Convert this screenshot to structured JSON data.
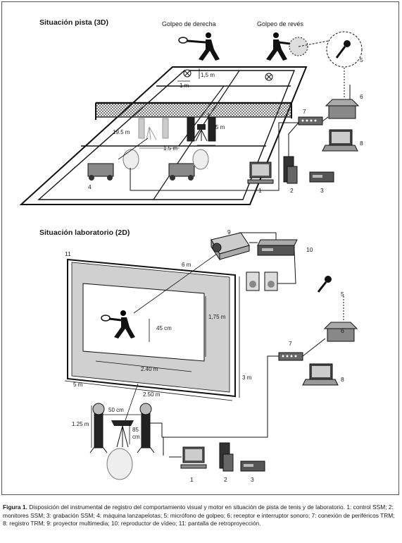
{
  "section1": {
    "title": "Situación pista (3D)"
  },
  "section2": {
    "title": "Situación laboratorio (2D)"
  },
  "players": {
    "forehand_label": "Golpeo de derecha",
    "backhand_label": "Golpeo de revés"
  },
  "court_measures": {
    "m1": "1,5 m",
    "m2": "1 m",
    "m3": "19.5 m",
    "m4": "5 m",
    "m5": "1.5 m"
  },
  "lab_measures": {
    "m6": "6 m",
    "m175": "1,75 m",
    "m45": "45 cm",
    "m240": "2.40 m",
    "m5": "5 m",
    "m250": "2.50 m",
    "m3": "3 m",
    "m50": "50 cm",
    "m125": "1.25 m",
    "m85a": "85",
    "m85b": "cm"
  },
  "numbers": {
    "n1": "1",
    "n2": "2",
    "n3": "3",
    "n4": "4",
    "n5": "5",
    "n6": "6",
    "n7": "7",
    "n8": "8",
    "n9": "9",
    "n10": "10",
    "n11": "11",
    "l1": "1",
    "l2": "2",
    "l3": "3",
    "l5": "5",
    "l6": "6",
    "l7": "7",
    "l8": "8"
  },
  "caption": {
    "label": "Figura 1.",
    "text": "Disposición del instrumental de registro del comportamiento visual y motor en situación de pista de tenis y de laboratorio. 1: control SSM; 2: monitores SSM; 3: grabación SSM; 4: máquina lanzapelotas; 5: micrófono de golpeo; 6: receptor e interruptor sonoro; 7: conexión de periféricos TRM; 8: registro TRM; 9: proyector multimedia; 10: reproductor de vídeo; 11: pantalla de retroproyección."
  }
}
